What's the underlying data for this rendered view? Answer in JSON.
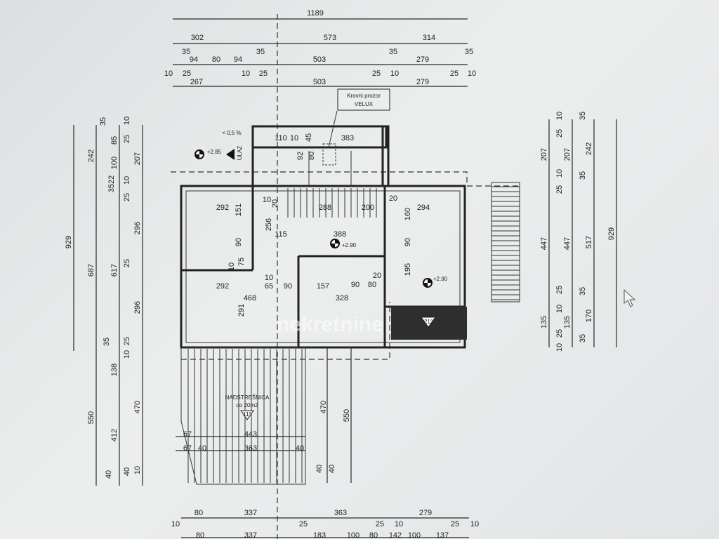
{
  "dimensions": {
    "top": {
      "overall": "1189",
      "row2": [
        "302",
        "573",
        "314"
      ],
      "row3": [
        "35",
        "94",
        "80",
        "94",
        "35",
        "503",
        "35",
        "279",
        "35"
      ],
      "row4": [
        "10",
        "25",
        "267",
        "10",
        "25",
        "503",
        "25",
        "10",
        "279",
        "25",
        "10"
      ]
    },
    "left": {
      "col1": [
        "929"
      ],
      "col2": [
        "242",
        "687",
        "550"
      ],
      "col3": [
        "35",
        "85",
        "100",
        "3522",
        "617",
        "35",
        "138",
        "412",
        "40"
      ],
      "col4": [
        "10",
        "25",
        "207",
        "10",
        "25",
        "296",
        "25",
        "296",
        "25",
        "10",
        "470",
        "40",
        "10"
      ]
    },
    "right": {
      "col1": [
        "10",
        "25",
        "207",
        "10",
        "25",
        "447",
        "25",
        "10",
        "135",
        "25",
        "10"
      ],
      "col2": [
        "35",
        "207",
        "35",
        "447",
        "35",
        "135",
        "35"
      ],
      "col3": [
        "242",
        "517",
        "170"
      ],
      "col4": [
        "929"
      ]
    },
    "bottom": {
      "row1": [
        "10",
        "80",
        "337",
        "25",
        "363",
        "25",
        "10",
        "279",
        "25",
        "10"
      ],
      "row2": [
        "80",
        "337",
        "183",
        "100",
        "80",
        "142",
        "100",
        "137"
      ]
    },
    "canopy": [
      "67",
      "443",
      "67",
      "40",
      "363",
      "40"
    ],
    "canopy_vertical": [
      "470",
      "550",
      "40",
      "40"
    ]
  },
  "rooms": [
    "110",
    "10",
    "383",
    "45",
    "80",
    "92",
    "292",
    "151",
    "20",
    "10",
    "288",
    "200",
    "20",
    "294",
    "160",
    "256",
    "115",
    "388",
    "90",
    "90",
    "75",
    "10",
    "195",
    "292",
    "10",
    "65",
    "90",
    "157",
    "90",
    "80",
    "20",
    "468",
    "328",
    "291"
  ],
  "annotations": {
    "velux_line1": "Krovni prozor",
    "velux_line2": "VELUX",
    "slope": "< 0,5 %",
    "level_entry": "+2.85",
    "level_hall": "+2.90",
    "level_room": "+2.90",
    "entry": "ULAZ",
    "canopy_title": "NADSTREŠNICA",
    "canopy_area": "do 20m2",
    "canopy_angle": "11°",
    "roof_angle": "21°",
    "watermark": "nekretnine"
  },
  "colors": {
    "line": "#222222",
    "background": "#e4e6e6",
    "roof_fill": "#2e2e2e"
  }
}
